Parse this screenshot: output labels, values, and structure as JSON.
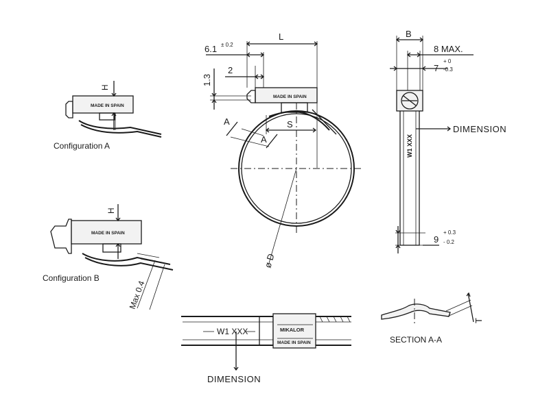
{
  "labels": {
    "config_a": "Configuration A",
    "config_b": "Configuration B",
    "section": "SECTION A-A",
    "dimension_right": "DIMENSION",
    "dimension_bottom": "DIMENSION"
  },
  "stamps": {
    "made_in_spain": "MADE IN SPAIN",
    "brand": "MIKALOR",
    "w1": "W1 XXX"
  },
  "dimensions": {
    "H": "H",
    "L": "L",
    "d61": "6.1",
    "d61_tol": "± 0.2",
    "d13": "1.3",
    "d2": "2",
    "S": "S",
    "A": "A",
    "D": "ø D",
    "B": "B",
    "B_max": "8 MAX.",
    "d7": "7",
    "d7_tol_up": "+ 0",
    "d7_tol_dn": "-0.3",
    "d9": "9",
    "d9_tol_up": "+ 0.3",
    "d9_tol_dn": "- 0.2",
    "max04": "Max 0.4",
    "T": "T"
  }
}
